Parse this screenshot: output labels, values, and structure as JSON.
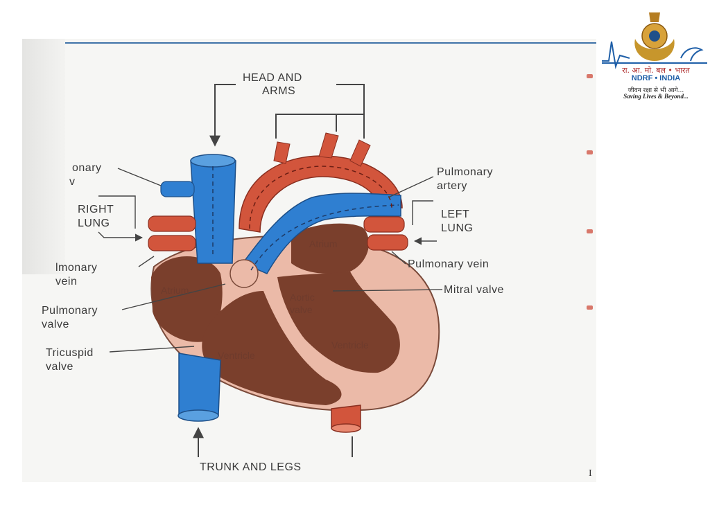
{
  "diagram": {
    "labels": {
      "head_arms_1": "HEAD AND",
      "head_arms_2": "ARMS",
      "pulm_vein_top_1": "onary",
      "pulm_vein_top_2": "v",
      "right_lung_1": "RIGHT",
      "right_lung_2": "LUNG",
      "pulm_vein_left_1": "lmonary",
      "pulm_vein_left_2": "vein",
      "pulmonary_valve_1": "Pulmonary",
      "pulmonary_valve_2": "valve",
      "tricuspid_valve_1": "Tricuspid",
      "tricuspid_valve_2": "valve",
      "pulmonary_artery_1": "Pulmonary",
      "pulmonary_artery_2": "artery",
      "left_lung_1": "LEFT",
      "left_lung_2": "LUNG",
      "pulmonary_vein_right": "Pulmonary vein",
      "mitral_valve": "Mitral valve",
      "trunk_legs": "TRUNK AND LEGS",
      "atrium_right": "Atrium",
      "atrium_left": "Atrium",
      "aortic_valve_1": "Aortic",
      "aortic_valve_2": "valve",
      "ventricle_right": "Ventricle",
      "ventricle_left": "Ventricle"
    }
  },
  "logo": {
    "hindi": "रा. आ. मो. बल • भारत",
    "english": "NDRF • INDIA",
    "motto": "जीवन रक्षा से भी आगे...",
    "tagline": "Saving Lives & Beyond..."
  },
  "slide": {
    "page_number": "I",
    "bullet_count": 4
  },
  "colors": {
    "vein_blue": "#2f7fd1",
    "artery_red": "#d2553c",
    "heart_outer": "#ebbaa8",
    "heart_inner": "#7a3f2c"
  }
}
